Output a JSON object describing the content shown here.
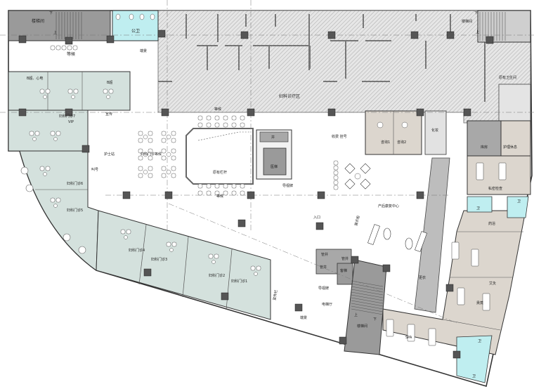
{
  "colors": {
    "floor": "#c9c9c9",
    "clinic": "#d4e1dd",
    "beige": "#dcd6ce",
    "toilet": "#bfeef0",
    "stair": "#9a9a9a",
    "column": "#555555",
    "hatch": "#d8d8d8"
  },
  "labels": {
    "stair_tl": "楼梯间",
    "stair_tl_down": "下",
    "stair_tl_up": "上",
    "public_wc": "公卫",
    "waiting_top": "等候",
    "end_view_top": "端景",
    "b_ultrasound_ecg": "B超、心电",
    "b_ultrasound": "B超",
    "promo": "宣传",
    "clinic7": "妇科门诊7",
    "vip": "VIP",
    "nurse_station": "护士站",
    "call": "叫号",
    "clinic6": "妇科门诊6",
    "clinic5": "妇科门诊5",
    "clinic4": "妇科门诊4",
    "clinic3": "妇科门诊3",
    "clinic2": "妇科门诊2",
    "clinic1": "妇科门诊1",
    "waiting_hall": "妇科门诊等候",
    "railing": "原有栏杆",
    "shaft": "井",
    "medical_elevator": "医梯",
    "guide_sign1": "导视牌",
    "waiting_upper": "等候",
    "waiting_lower": "等候",
    "treatment_zone": "妇科诊疗区",
    "orig_wc": "原有卫生间",
    "stair_tr": "楼梯间",
    "stair_tr_down": "下",
    "stair_tr_up": "上",
    "cashier": "收费 挂号",
    "consult1": "咨询1",
    "consult2": "咨询2",
    "makeup": "化妆",
    "storage": "库房",
    "nursing_rest": "护理休息",
    "private_exam": "私密检查",
    "postpartum": "产后康复中心",
    "entrance": "入口",
    "display": "展示柜",
    "wc1": "卫",
    "wc2": "卫",
    "herbal_bath": "药浴",
    "moxibustion": "艾灸",
    "steam": "熏蒸",
    "spa": "SPA",
    "changing": "更衣",
    "shaft_a": "管井",
    "shaft_b": "管井",
    "shaft_c": "管井",
    "passenger_elevator": "客梯",
    "guide_sign2": "导视牌",
    "elevator_hall": "电梯厅",
    "promo_board": "宣传栏",
    "end_view_bottom": "端景",
    "stair_b": "楼梯间",
    "stair_b_up": "上",
    "stair_b_down": "下",
    "wc3": "卫",
    "wc4": "卫"
  }
}
